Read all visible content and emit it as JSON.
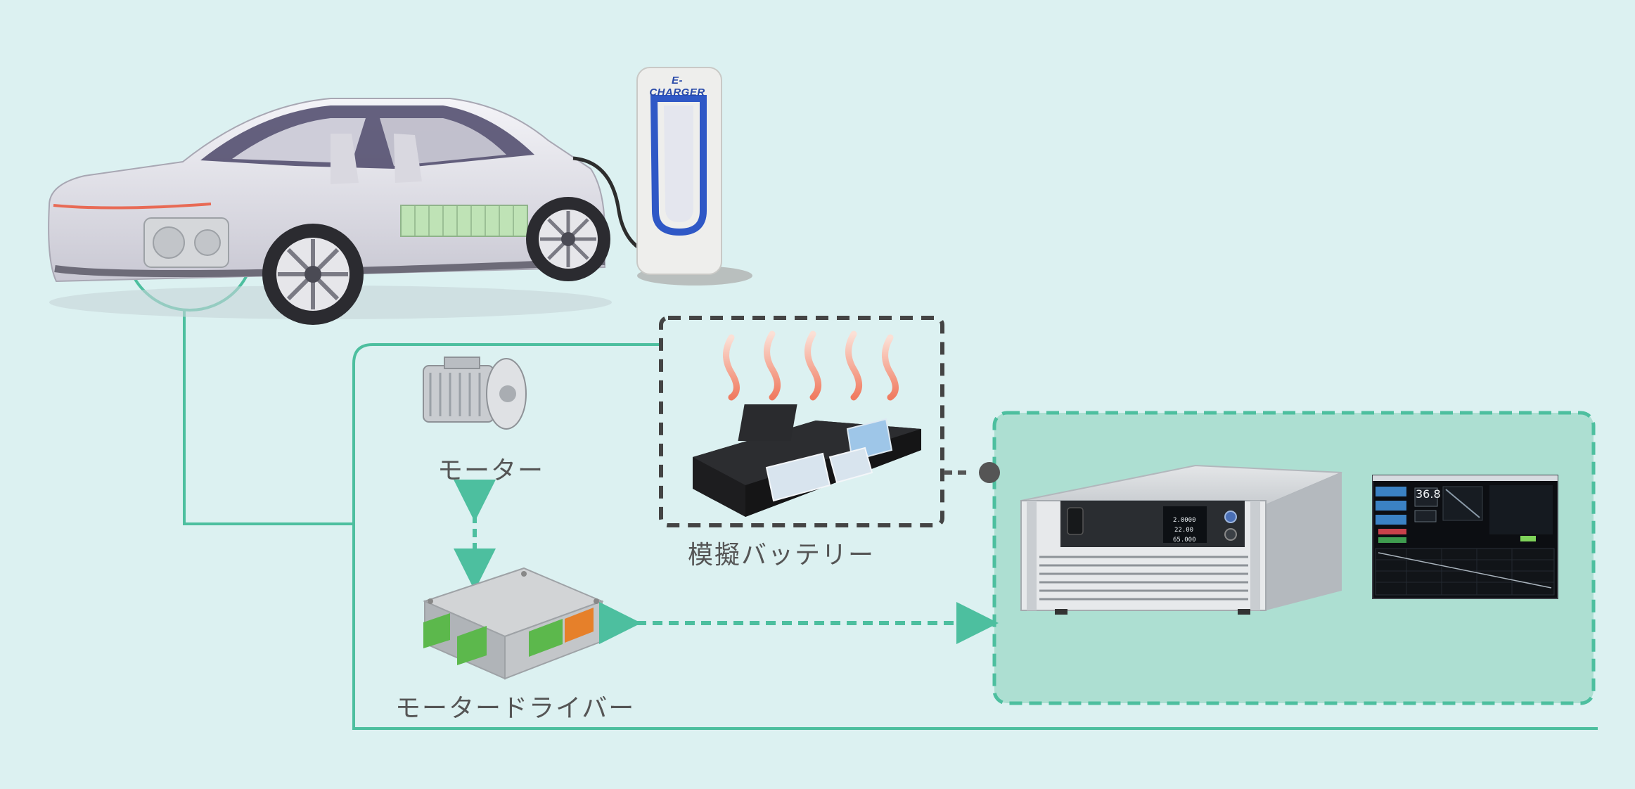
{
  "diagram": {
    "labels": {
      "motor": "モーター",
      "battery": "模擬バッテリー",
      "motor_driver": "モータードライバー"
    },
    "charger_brand": "E-CHARGER",
    "power_supply_display": {
      "value_1": "2.0000",
      "value_2": "22.00",
      "value_3": "65.000"
    },
    "software_screen": {
      "main_readout": "36.8"
    },
    "colors": {
      "background": "#dcf1f1",
      "accent_green": "#4dbf9f",
      "equipment_panel": "#addfd2",
      "battery_box_border": "#444444",
      "heat_waves": "#f08a72"
    }
  }
}
